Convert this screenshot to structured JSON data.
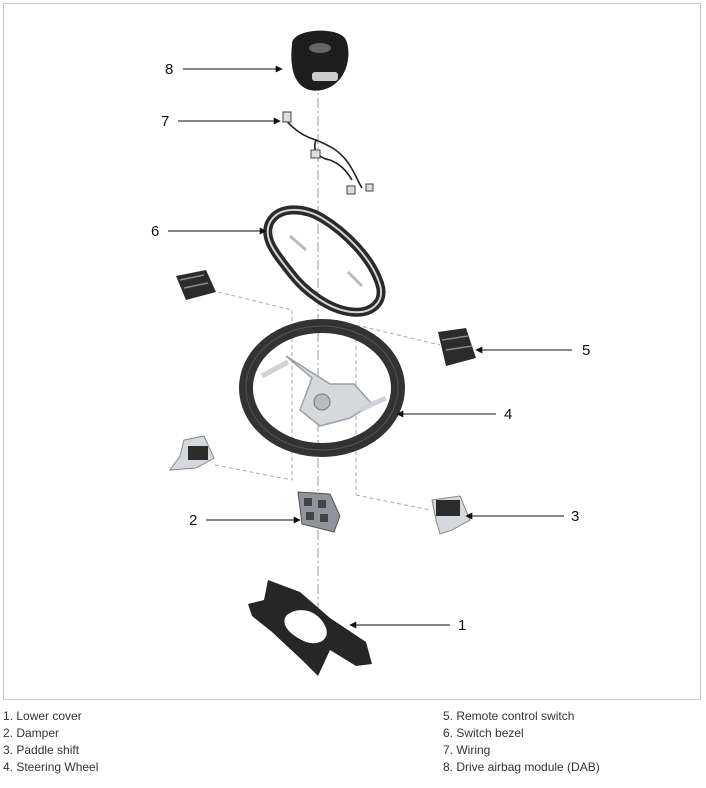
{
  "callouts": [
    "1",
    "2",
    "3",
    "4",
    "5",
    "6",
    "7",
    "8"
  ],
  "legend": {
    "left": [
      "1. Lower cover",
      "2. Damper",
      "3. Paddle shift",
      "4. Steering Wheel"
    ],
    "right": [
      "5. Remote control switch",
      "6. Switch bezel",
      "7. Wiring",
      "8. Drive airbag module (DAB)"
    ]
  }
}
